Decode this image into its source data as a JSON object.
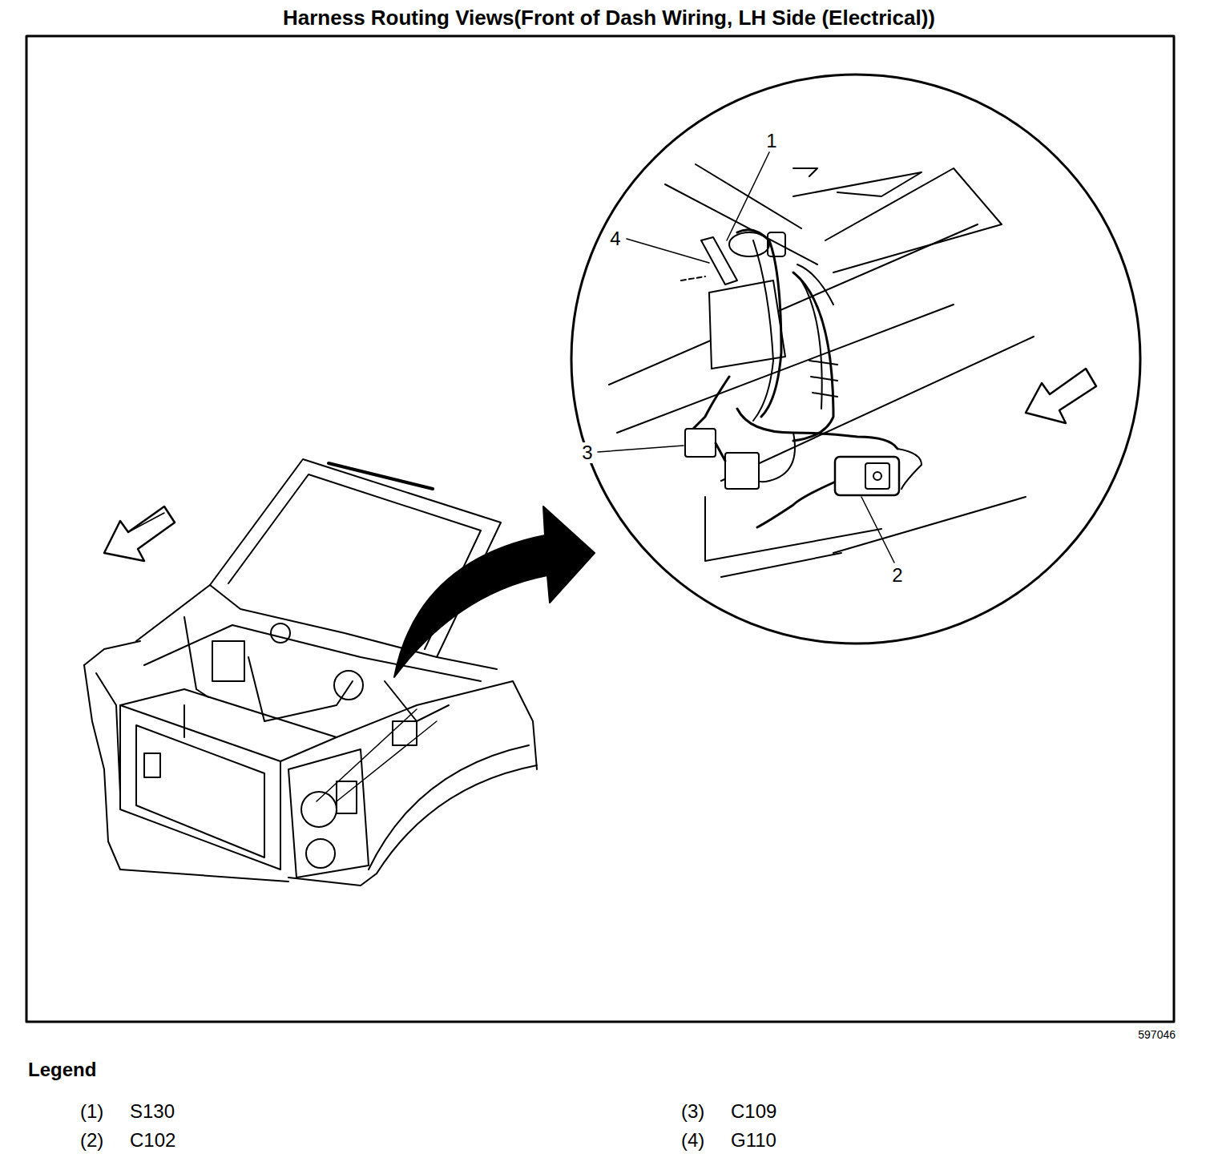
{
  "diagram": {
    "title": "Harness Routing Views(Front of Dash Wiring, LH Side (Electrical))",
    "labels": [
      "1",
      "4",
      "3",
      "2",
      "597046",
      "Legend"
    ],
    "legend": [
      {
        "text": "(1) S130"
      },
      {
        "text": "(2) C102"
      },
      {
        "text": "(3) C109"
      },
      {
        "text": "(4) G110"
      }
    ]
  }
}
